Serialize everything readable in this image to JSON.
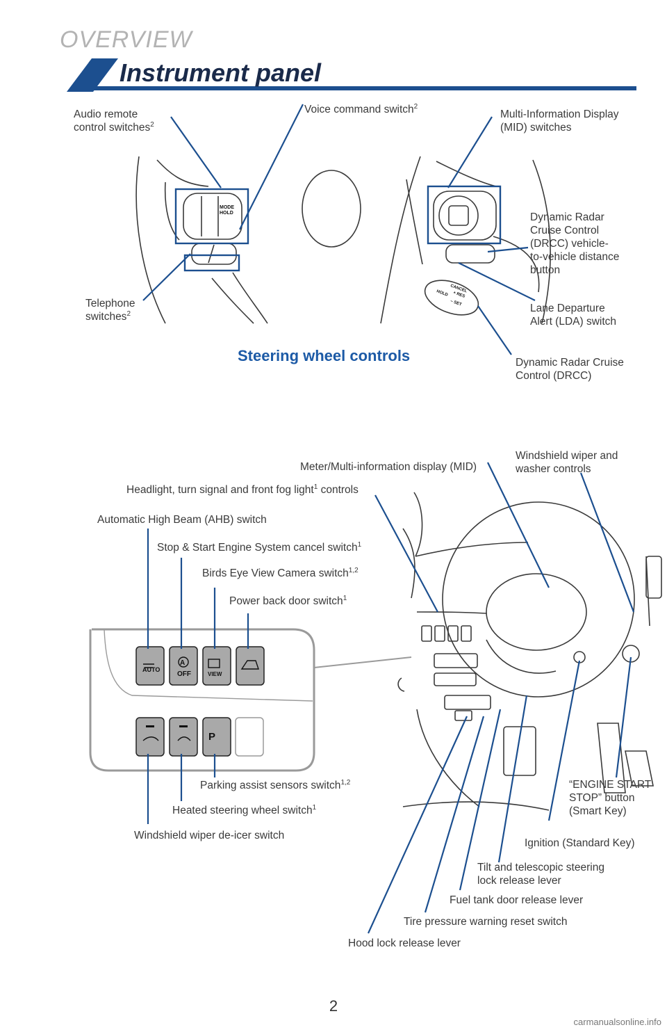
{
  "header": {
    "section": "OVERVIEW",
    "title": "Instrument panel"
  },
  "steering": {
    "caption": "Steering wheel controls",
    "labels": {
      "audio": "Audio remote\ncontrol switches",
      "voice": "Voice command switch",
      "mid": "Multi-Information Display\n(MID) switches",
      "drcc_distance": "Dynamic Radar\nCruise Control\n(DRCC) vehicle-\nto-vehicle distance\nbutton",
      "telephone": "Telephone\nswitches",
      "lda": "Lane Departure\nAlert (LDA) switch",
      "drcc": "Dynamic Radar Cruise\nControl (DRCC)"
    },
    "button_text": {
      "mode": "MODE",
      "hold": "HOLD",
      "cancel": "CANCEL",
      "res": "+ RES",
      "set": "– SET",
      "hold2": "HOLD"
    }
  },
  "footnotes": {
    "one": "1",
    "two": "2",
    "one_two": "1,2"
  },
  "panel": {
    "labels": {
      "meter": "Meter/Multi-information display (MID)",
      "wiper": "Windshield wiper and\nwasher controls",
      "headlight_a": "Headlight, turn signal and front fog light",
      "headlight_b": " controls",
      "ahb": "Automatic High Beam (AHB) switch",
      "stop_start": "Stop & Start Engine System cancel switch",
      "birds_eye": "Birds Eye View Camera switch",
      "power_door": "Power back door switch",
      "parking": "Parking assist sensors switch",
      "heated": "Heated steering wheel switch",
      "deicer": "Windshield wiper de-icer switch",
      "engine_start": "“ENGINE START\nSTOP” button\n(Smart Key)",
      "ignition": "Ignition (Standard Key)",
      "tilt": "Tilt and telescopic steering\nlock release lever",
      "fuel": "Fuel tank door release lever",
      "tire": "Tire pressure warning reset switch",
      "hood": "Hood lock release lever"
    },
    "button_text": {
      "auto": "AUTO",
      "off": "OFF",
      "a": "A",
      "view": "VIEW",
      "p": "P"
    }
  },
  "colors": {
    "accent": "#1c4f8f",
    "leader": "#1c4f8f",
    "navy": "#1a2a4a"
  },
  "footer": {
    "page_number": "2",
    "watermark": "carmanualsonline.info"
  }
}
